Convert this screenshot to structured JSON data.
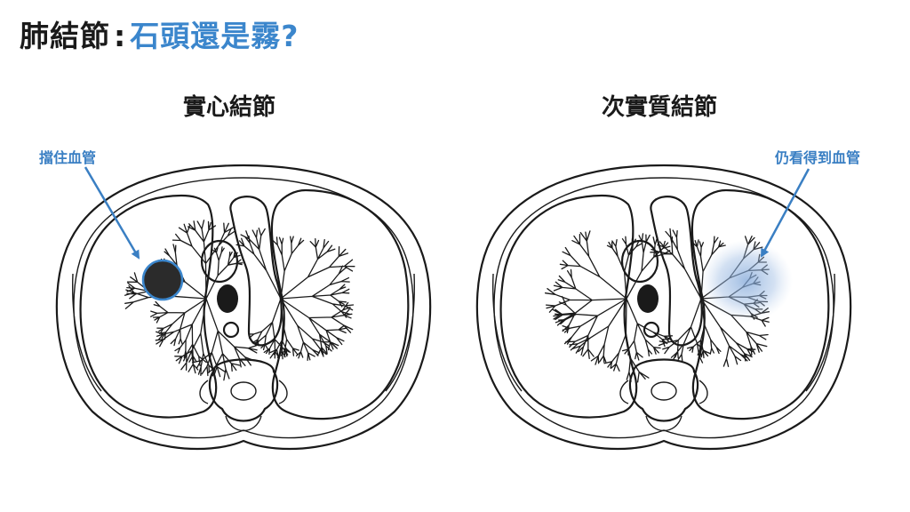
{
  "title": {
    "part1": "肺結節",
    "separator": ":",
    "part2": "石頭還是霧?"
  },
  "panels": [
    {
      "id": "solid",
      "title": "實心結節",
      "annotation": "擋住血管"
    },
    {
      "id": "subsolid",
      "title": "次實質結節",
      "annotation": "仍看得到血管"
    }
  ],
  "colors": {
    "accent": "#3b86cc",
    "solid_nodule": "#2b2b2b",
    "ground_glass": "#7fa6d8"
  }
}
